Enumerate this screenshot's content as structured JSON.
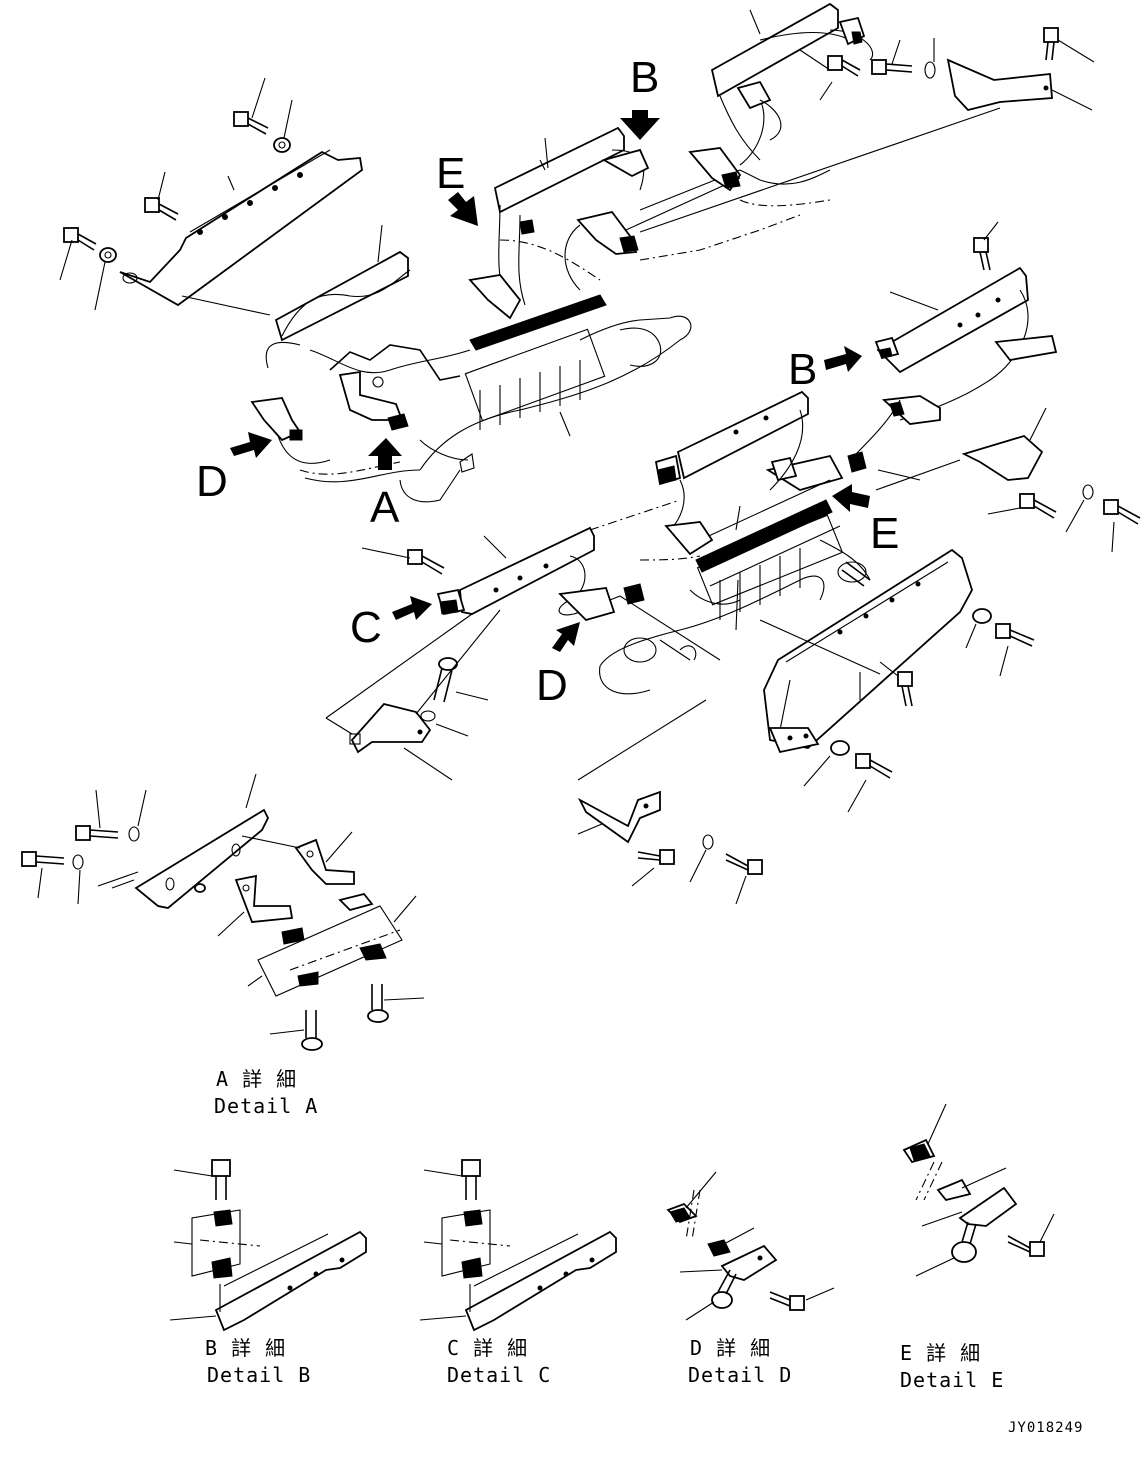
{
  "callouts": {
    "A_main": "A",
    "B_top": "B",
    "B_right": "B",
    "C_main": "C",
    "D_left": "D",
    "D_mid": "D",
    "E_top": "E",
    "E_right": "E"
  },
  "details": {
    "A": {
      "jp": "A 詳 細",
      "en": "Detail A"
    },
    "B": {
      "jp": "B 詳 細",
      "en": "Detail B"
    },
    "C": {
      "jp": "C 詳 細",
      "en": "Detail C"
    },
    "D": {
      "jp": "D 詳 細",
      "en": "Detail D"
    },
    "E": {
      "jp": "E 詳 細",
      "en": "Detail E"
    }
  },
  "drawing_code": "JY018249"
}
